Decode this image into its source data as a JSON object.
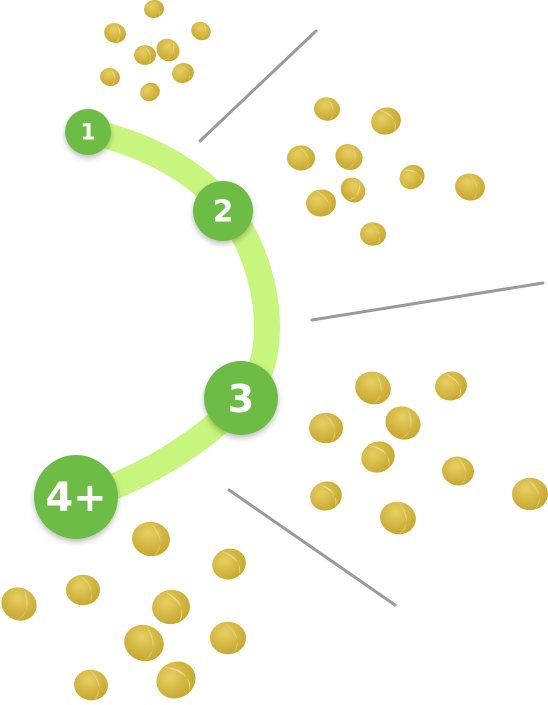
{
  "diagram": {
    "steps": [
      {
        "id": "step-1",
        "label": "1"
      },
      {
        "id": "step-2",
        "label": "2"
      },
      {
        "id": "step-3",
        "label": "3"
      },
      {
        "id": "step-4",
        "label": "4+"
      }
    ],
    "colors": {
      "arc": "#c8f57e",
      "node": "#6cbc45",
      "node_text": "#ffffff",
      "divider": "#9a9a9a",
      "seed_dark": "#c8a92a",
      "seed_light": "#e8d88c"
    }
  }
}
